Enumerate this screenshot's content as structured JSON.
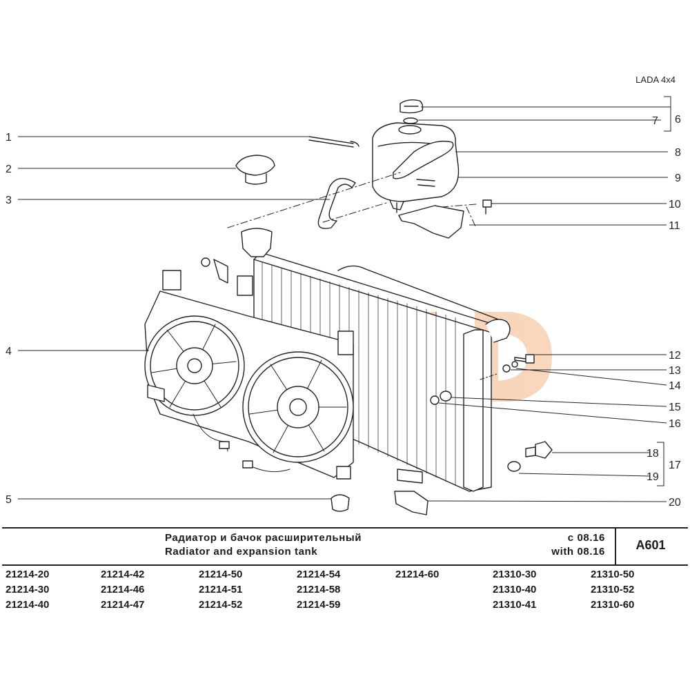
{
  "brand": "LADA 4x4",
  "callouts": [
    {
      "id": "c1",
      "text": "1"
    },
    {
      "id": "c2",
      "text": "2"
    },
    {
      "id": "c3",
      "text": "3"
    },
    {
      "id": "c4",
      "text": "4"
    },
    {
      "id": "c5",
      "text": "5"
    },
    {
      "id": "c6",
      "text": "6"
    },
    {
      "id": "c7",
      "text": "7"
    },
    {
      "id": "c8",
      "text": "8"
    },
    {
      "id": "c9",
      "text": "9"
    },
    {
      "id": "c10",
      "text": "10"
    },
    {
      "id": "c11",
      "text": "11"
    },
    {
      "id": "c12",
      "text": "12"
    },
    {
      "id": "c13",
      "text": "13"
    },
    {
      "id": "c14",
      "text": "14"
    },
    {
      "id": "c15",
      "text": "15"
    },
    {
      "id": "c16",
      "text": "16"
    },
    {
      "id": "c17",
      "text": "17"
    },
    {
      "id": "c18",
      "text": "18"
    },
    {
      "id": "c19",
      "text": "19"
    },
    {
      "id": "c20",
      "text": "20"
    }
  ],
  "title": {
    "ru": "Радиатор и бачок расширительный",
    "en": "Radiator and expansion tank",
    "date_ru": "с 08.16",
    "date_en": "with 08.16",
    "code": "A601"
  },
  "models": [
    [
      "21214-20",
      "21214-30",
      "21214-40"
    ],
    [
      "21214-42",
      "21214-46",
      "21214-47"
    ],
    [
      "21214-50",
      "21214-51",
      "21214-52"
    ],
    [
      "21214-54",
      "21214-58",
      "21214-59"
    ],
    [
      "21214-60"
    ],
    [
      "21310-30",
      "21310-40",
      "21310-41"
    ],
    [
      "21310-50",
      "21310-52",
      "21310-60"
    ]
  ],
  "colors": {
    "watermark": "#f6c9a6",
    "line": "#222222"
  }
}
